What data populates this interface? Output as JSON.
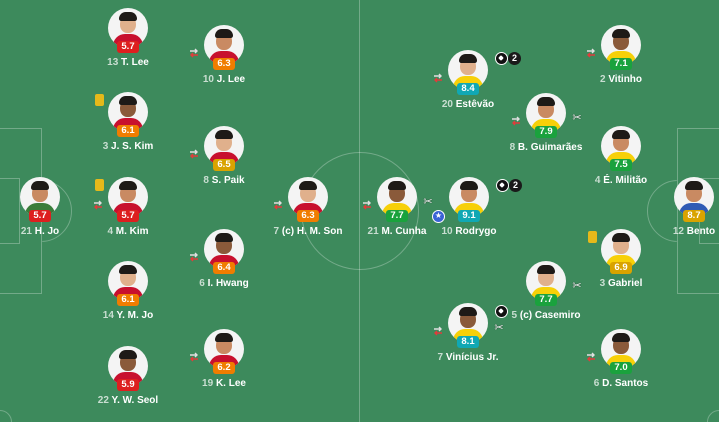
{
  "colors": {
    "pitch": "#3d8a5c",
    "rating_red": "#dd1f1f",
    "rating_orange": "#f07d00",
    "rating_gold": "#d9a300",
    "rating_green": "#1aa23d",
    "rating_teal": "#10a8b4",
    "korea_shirt": "#c8102e",
    "brazil_shirt": "#f7d008",
    "keeper_home": "#3a7d3a",
    "keeper_away": "#2f5bb5"
  },
  "players": [
    {
      "id": "p1",
      "num": "21",
      "name": "H. Jo",
      "rating": "5.7",
      "rc": "red",
      "shirt": "keeper_home",
      "sub": false,
      "card": false
    },
    {
      "id": "p2",
      "num": "13",
      "name": "T. Lee",
      "rating": "5.7",
      "rc": "red",
      "shirt": "korea_shirt",
      "sub": false,
      "card": false
    },
    {
      "id": "p3",
      "num": "3",
      "name": "J. S. Kim",
      "rating": "6.1",
      "rc": "orange",
      "shirt": "korea_shirt",
      "sub": false,
      "card": true
    },
    {
      "id": "p4",
      "num": "4",
      "name": "M. Kim",
      "rating": "5.7",
      "rc": "red",
      "shirt": "korea_shirt",
      "sub": true,
      "card": true
    },
    {
      "id": "p5",
      "num": "14",
      "name": "Y. M. Jo",
      "rating": "6.1",
      "rc": "orange",
      "shirt": "korea_shirt",
      "sub": false,
      "card": false
    },
    {
      "id": "p6",
      "num": "22",
      "name": "Y. W. Seol",
      "rating": "5.9",
      "rc": "red",
      "shirt": "korea_shirt",
      "sub": false,
      "card": false
    },
    {
      "id": "p7",
      "num": "10",
      "name": "J. Lee",
      "rating": "6.3",
      "rc": "orange",
      "shirt": "korea_shirt",
      "sub": true,
      "card": false
    },
    {
      "id": "p8",
      "num": "8",
      "name": "S. Paik",
      "rating": "6.5",
      "rc": "gold",
      "shirt": "korea_shirt",
      "sub": true,
      "card": false
    },
    {
      "id": "p9",
      "num": "6",
      "name": "I. Hwang",
      "rating": "6.4",
      "rc": "orange",
      "shirt": "korea_shirt",
      "sub": true,
      "card": false
    },
    {
      "id": "p10",
      "num": "19",
      "name": "K. Lee",
      "rating": "6.2",
      "rc": "orange",
      "shirt": "korea_shirt",
      "sub": true,
      "card": false
    },
    {
      "id": "p11",
      "num": "7",
      "name": "(c) H. M. Son",
      "rating": "6.3",
      "rc": "orange",
      "shirt": "korea_shirt",
      "sub": true,
      "card": false
    },
    {
      "id": "p12",
      "num": "21",
      "name": "M. Cunha",
      "rating": "7.7",
      "rc": "green",
      "shirt": "brazil_shirt",
      "sub": true,
      "card": false,
      "assist": true
    },
    {
      "id": "p13",
      "num": "10",
      "name": "Rodrygo",
      "rating": "9.1",
      "rc": "teal",
      "shirt": "brazil_shirt",
      "sub": false,
      "card": false,
      "goals": "2",
      "motm": true
    },
    {
      "id": "p14",
      "num": "20",
      "name": "Estêvão",
      "rating": "8.4",
      "rc": "teal",
      "shirt": "brazil_shirt",
      "sub": true,
      "card": false,
      "goals": "2"
    },
    {
      "id": "p15",
      "num": "7",
      "name": "Vinícius Jr.",
      "rating": "8.1",
      "rc": "teal",
      "shirt": "brazil_shirt",
      "sub": true,
      "card": false,
      "ball": true,
      "assist": true
    },
    {
      "id": "p16",
      "num": "8",
      "name": "B. Guimarães",
      "rating": "7.9",
      "rc": "green",
      "shirt": "brazil_shirt",
      "sub": true,
      "card": false,
      "assist": true
    },
    {
      "id": "p17",
      "num": "5",
      "name": "(c) Casemiro",
      "rating": "7.7",
      "rc": "green",
      "shirt": "brazil_shirt",
      "sub": false,
      "card": false,
      "assist": true
    },
    {
      "id": "p18",
      "num": "2",
      "name": "Vitinho",
      "rating": "7.1",
      "rc": "green",
      "shirt": "brazil_shirt",
      "sub": true,
      "card": false
    },
    {
      "id": "p19",
      "num": "4",
      "name": "É. Militão",
      "rating": "7.5",
      "rc": "green",
      "shirt": "brazil_shirt",
      "sub": false,
      "card": false
    },
    {
      "id": "p20",
      "num": "3",
      "name": "Gabriel",
      "rating": "6.9",
      "rc": "gold",
      "shirt": "brazil_shirt",
      "sub": false,
      "card": true
    },
    {
      "id": "p21",
      "num": "6",
      "name": "D. Santos",
      "rating": "7.0",
      "rc": "green",
      "shirt": "brazil_shirt",
      "sub": true,
      "card": false
    },
    {
      "id": "p22",
      "num": "12",
      "name": "Bento",
      "rating": "8.7",
      "rc": "gold",
      "shirt": "keeper_away",
      "sub": false,
      "card": false
    }
  ]
}
